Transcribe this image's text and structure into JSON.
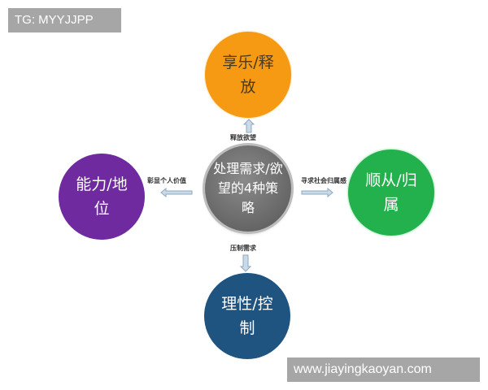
{
  "watermarks": {
    "top_left": "TG: MYYJJPP",
    "bottom_right": "www.jiayingkaoyan.com"
  },
  "diagram": {
    "center": {
      "label": "处理需求/欲望的4种策略",
      "color": "#6e6e6e"
    },
    "nodes": [
      {
        "position": "top",
        "label": "享乐/释放",
        "color": "#f59a12",
        "arrow_label": "释放欲望",
        "arrow_direction": "up"
      },
      {
        "position": "left",
        "label": "能力/地位",
        "color": "#6f2aa0",
        "arrow_label": "彰显个人价值",
        "arrow_direction": "left"
      },
      {
        "position": "right",
        "label": "顺从/归属",
        "color": "#22b14c",
        "arrow_label": "寻求社会归属感",
        "arrow_direction": "right"
      },
      {
        "position": "bottom",
        "label": "理性/控制",
        "color": "#1f5380",
        "arrow_label": "压制需求",
        "arrow_direction": "down"
      }
    ],
    "arrow_color": "#b8cfe3"
  }
}
